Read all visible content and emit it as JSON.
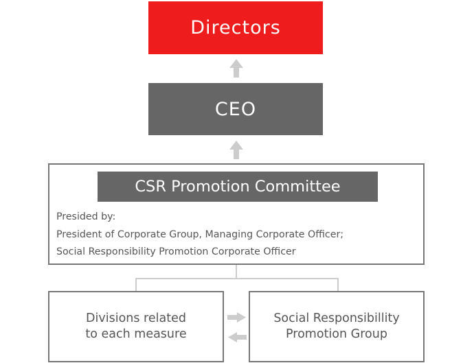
{
  "nodes": {
    "directors": "Directors",
    "ceo": "CEO",
    "committee": {
      "title": "CSR Promotion Committee",
      "presided_lines": [
        "Presided by:",
        "President of Corporate Group, Managing Corporate Officer;",
        "Social Responsibility Promotion Corporate Officer"
      ]
    },
    "divisions": [
      "Divisions related",
      "to each measure"
    ],
    "srpg": [
      "Social Responsibillity",
      "Promotion Group"
    ]
  },
  "colors": {
    "directors_fill": "#ee1c1c",
    "ceo_fill": "#666666",
    "border": "#777777",
    "arrow": "#cccccc"
  }
}
